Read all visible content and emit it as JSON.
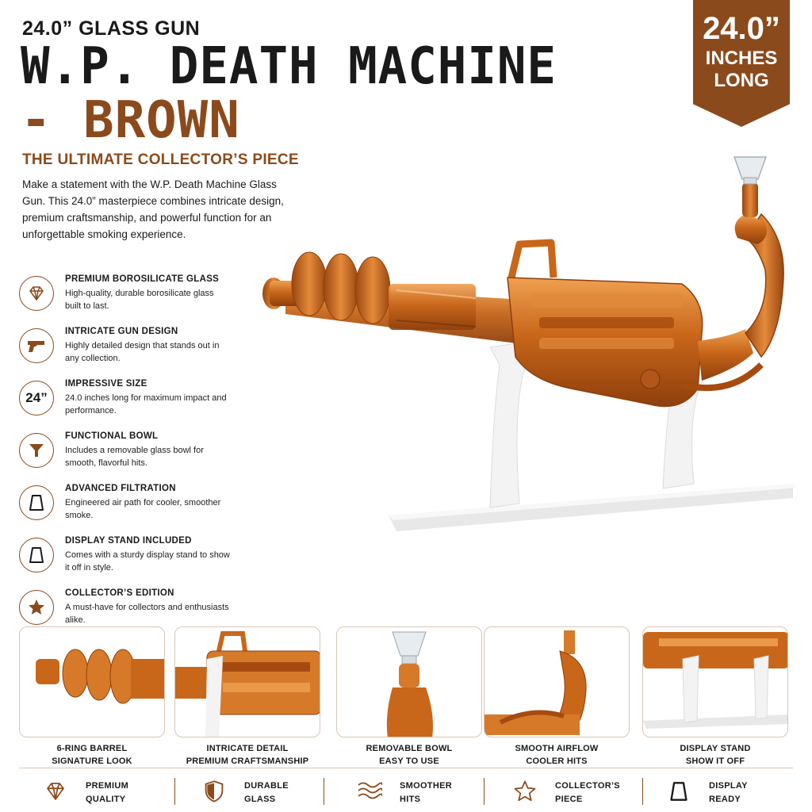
{
  "header": {
    "subtitle": "24.0” GLASS GUN",
    "title_line1": "W.P. DEATH MACHINE",
    "title_line2": "- BROWN",
    "tagline": "THE ULTIMATE COLLECTOR’S PIECE",
    "intro": "Make a statement with the W.P. Death Machine Glass Gun. This 24.0” masterpiece combines intricate design, premium craftsmanship, and powerful function for an unforgettable smoking experience."
  },
  "badge": {
    "size": "24.0”",
    "line1": "INCHES",
    "line2": "LONG"
  },
  "features": [
    {
      "icon": "diamond-icon",
      "title": "PREMIUM BOROSILICATE GLASS",
      "desc": "High-quality, durable borosilicate glass built to last."
    },
    {
      "icon": "gun-icon",
      "title": "INTRICATE GUN DESIGN",
      "desc": "Highly detailed design that stands out in any collection."
    },
    {
      "icon": "size-icon",
      "icon_text": "24”",
      "title": "IMPRESSIVE SIZE",
      "desc": "24.0 inches long for maximum impact and performance."
    },
    {
      "icon": "funnel-icon",
      "title": "FUNCTIONAL BOWL",
      "desc": "Includes a removable glass bowl for smooth, flavorful hits."
    },
    {
      "icon": "filter-icon",
      "title": "ADVANCED FILTRATION",
      "desc": "Engineered air path for cooler, smoother smoke."
    },
    {
      "icon": "stand-icon",
      "title": "DISPLAY STAND INCLUDED",
      "desc": "Comes with a sturdy display stand to show it off in style."
    },
    {
      "icon": "star-icon",
      "title": "COLLECTOR’S EDITION",
      "desc": "A must-have for collectors and enthusiasts alike."
    }
  ],
  "thumbnails": [
    {
      "line1": "6-RING BARREL",
      "line2": "SIGNATURE LOOK"
    },
    {
      "line1": "INTRICATE DETAIL",
      "line2": "PREMIUM CRAFTSMANSHIP"
    },
    {
      "line1": "REMOVABLE BOWL",
      "line2": "EASY TO USE"
    },
    {
      "line1": "SMOOTH AIRFLOW",
      "line2": "COOLER HITS"
    },
    {
      "line1": "DISPLAY STAND",
      "line2": "SHOW IT OFF"
    }
  ],
  "strip": [
    {
      "icon": "diamond-icon",
      "line1": "PREMIUM",
      "line2": "QUALITY"
    },
    {
      "icon": "shield-icon",
      "line1": "DURABLE",
      "line2": "GLASS"
    },
    {
      "icon": "waves-icon",
      "line1": "SMOOTHER",
      "line2": "HITS"
    },
    {
      "icon": "star-icon",
      "line1": "COLLECTOR’S",
      "line2": "PIECE"
    },
    {
      "icon": "stand-icon",
      "line1": "DISPLAY",
      "line2": "READY"
    }
  ],
  "colors": {
    "brand": "#8b4a1c",
    "glass": "#c8661a",
    "glass_light": "#e89a4a",
    "stand": "#f2f2f2"
  }
}
